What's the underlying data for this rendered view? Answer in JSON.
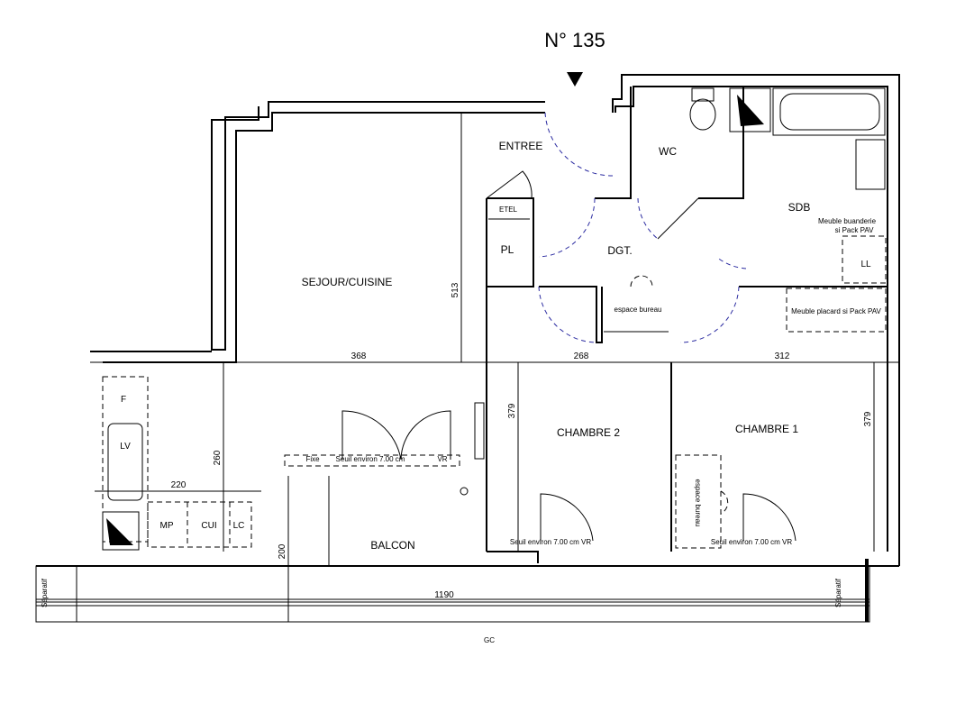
{
  "title": "N° 135",
  "rooms": {
    "entree": "ENTREE",
    "wc": "WC",
    "sdb": "SDB",
    "ll": "LL",
    "etel": "ETEL",
    "pl": "PL",
    "dgt": "DGT.",
    "sejour": "SEJOUR/CUISINE",
    "chambre2": "CHAMBRE 2",
    "chambre1": "CHAMBRE 1",
    "balcon": "BALCON"
  },
  "notes": {
    "meuble_buanderie_1": "Meuble buanderie",
    "meuble_buanderie_2": "si Pack PAV",
    "meuble_placard": "Meuble placard si Pack PAV",
    "espace_bureau_dgt": "espace bureau",
    "espace_bureau_ch1": "espace bureau",
    "fixe": "Fixe",
    "seuil_sejour": "Seuil environ 7.00 cm",
    "vr_sejour": "VR",
    "seuil_ch2": "Seuil environ 7.00 cm VR",
    "seuil_ch1": "Seuil environ 7.00 cm VR",
    "separatif_left": "Séparatif",
    "separatif_right": "Séparatif",
    "gc": "GC"
  },
  "kitchen": {
    "f": "F",
    "lv": "LV",
    "mp": "MP",
    "cui": "CUI",
    "lc": "LC"
  },
  "dimensions": {
    "d513": "513",
    "d368": "368",
    "d268": "268",
    "d312": "312",
    "d379_ch2": "379",
    "d379_ch1": "379",
    "d260": "260",
    "d220": "220",
    "d200": "200",
    "d1190": "1190"
  }
}
